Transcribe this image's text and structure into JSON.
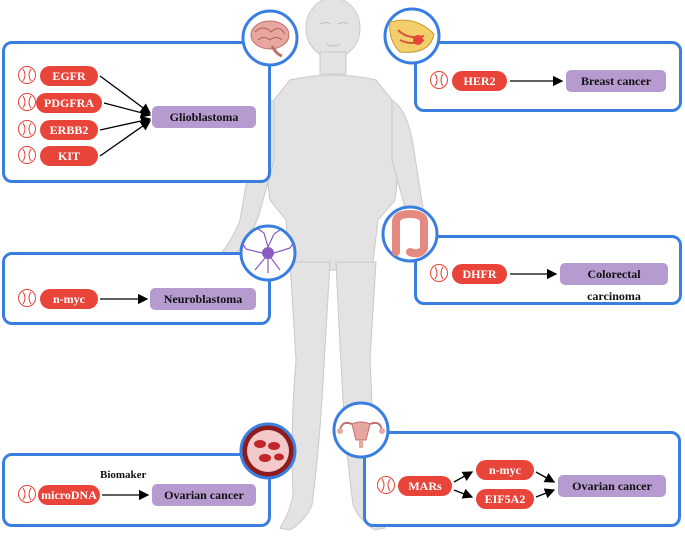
{
  "colors": {
    "panel_border": "#3a7fe0",
    "gene_fill": "#e8443a",
    "disease_fill": "#b69bd0",
    "body_fill": "#e3e3e3"
  },
  "glioblastoma": {
    "genes": [
      "EGFR",
      "PDGFRA",
      "ERBB2",
      "KIT"
    ],
    "disease": "Glioblastoma",
    "organ_icon": "brain-icon"
  },
  "breast": {
    "gene": "HER2",
    "disease": "Breast cancer",
    "organ_icon": "breast-tissue-icon"
  },
  "neuro": {
    "gene": "n-myc",
    "disease": "Neuroblastoma",
    "organ_icon": "neuron-icon"
  },
  "colorectal": {
    "gene": "DHFR",
    "disease": "Colorectal carcinoma",
    "organ_icon": "colon-icon"
  },
  "microdna": {
    "gene": "microDNA",
    "edge_label": "Biomaker",
    "disease": "Ovarian cancer",
    "organ_icon": "blood-cells-icon"
  },
  "ovarian": {
    "source": "MARs",
    "genes": [
      "n-myc",
      "EIF5A2"
    ],
    "disease": "Ovarian cancer",
    "organ_icon": "uterus-icon"
  }
}
